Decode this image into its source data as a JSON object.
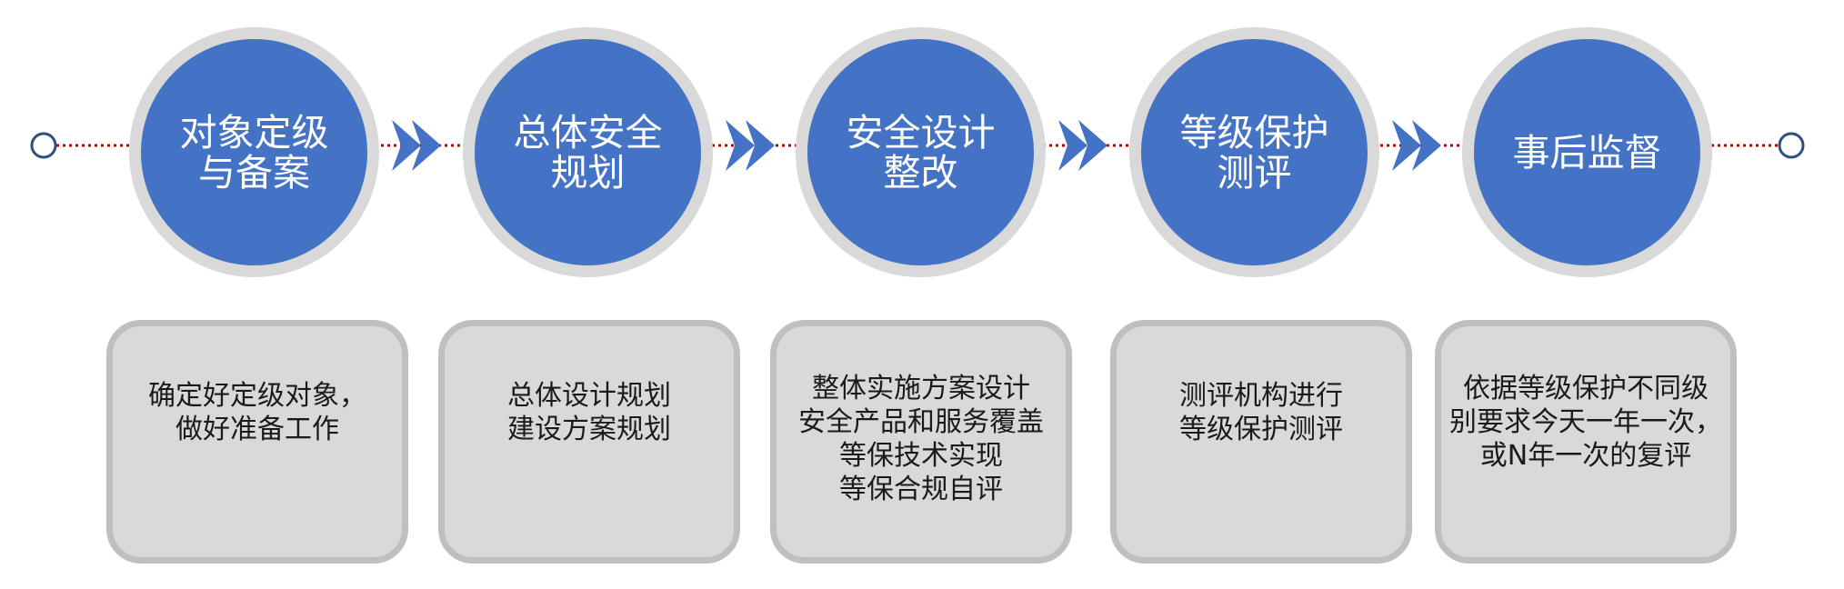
{
  "colors": {
    "circle_fill": "#4472c4",
    "circle_ring": "#d9d9d9",
    "box_fill": "#d9d9d9",
    "box_border": "#bfbfbf",
    "connector_dotted": "#c00000",
    "arrow_chevron": "#4472c4"
  },
  "icons": {
    "start_node": "hollow-circle",
    "end_node": "hollow-circle",
    "connector": "double-chevron-right"
  },
  "stages": [
    {
      "title": "对象定级\n与备案",
      "description": "确定好定级对象，\n做好准备工作"
    },
    {
      "title": "总体安全\n规划",
      "description": "总体设计规划\n建设方案规划"
    },
    {
      "title": "安全设计\n整改",
      "description": "整体实施方案设计\n安全产品和服务覆盖\n等保技术实现\n等保合规自评"
    },
    {
      "title": "等级保护\n测评",
      "description": "测评机构进行\n等级保护测评"
    },
    {
      "title": "事后监督",
      "description": "依据等级保护不同级\n别要求今天一年一次，\n或N年一次的复评"
    }
  ]
}
